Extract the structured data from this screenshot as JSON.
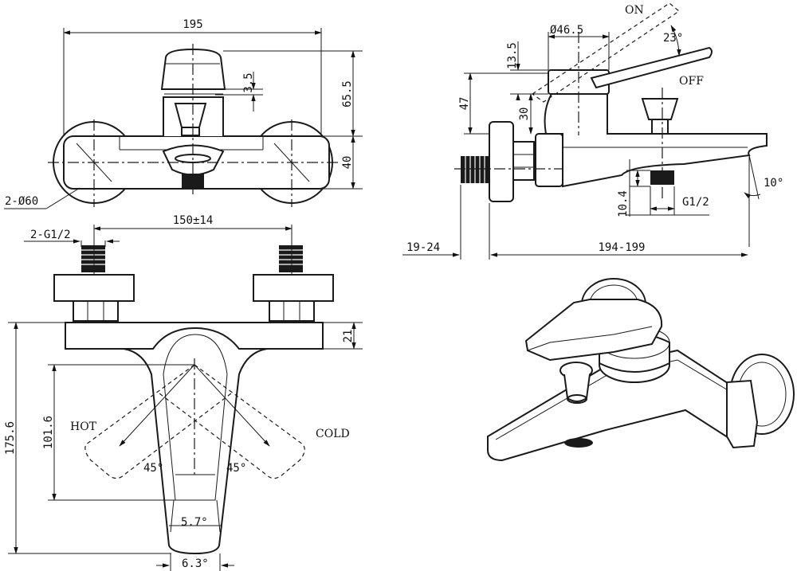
{
  "front_view": {
    "width": "195",
    "height_top": "65.5",
    "height_bottom": "40",
    "cap_offset": "3.5",
    "flange_diameter": "2-Ø60"
  },
  "side_view": {
    "label_on": "ON",
    "label_off": "OFF",
    "body_diameter": "Ø46.5",
    "handle_angle": "23°",
    "dim_13_5": "13.5",
    "dim_47": "47",
    "dim_30": "30",
    "spout_angle": "10°",
    "dim_10_4": "10.4",
    "outlet_thread": "G1/2",
    "inlet_projection": "19-24",
    "spout_reach": "194-199"
  },
  "top_view": {
    "centers": "150±14",
    "inlet_thread": "2-G1/2",
    "dim_21": "21",
    "dim_175_6": "175.6",
    "dim_101_6": "101.6",
    "label_hot": "HOT",
    "label_cold": "COLD",
    "angle_hot": "45°",
    "angle_cold": "45°",
    "taper_angle": "5.7°",
    "tip_angle": "6.3°"
  }
}
